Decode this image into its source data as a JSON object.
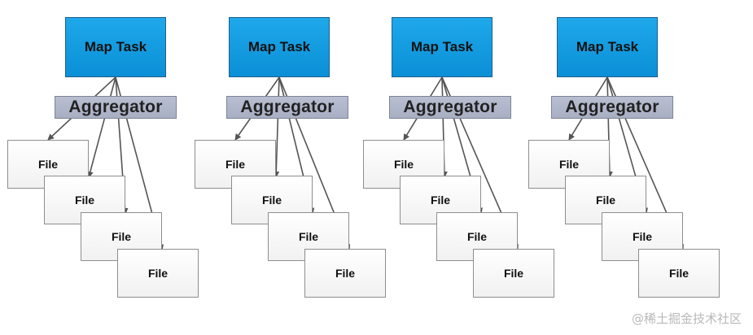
{
  "groups": [
    {
      "map_task": "Map Task",
      "aggregator": "Aggregator",
      "files": [
        "File",
        "File",
        "File",
        "File"
      ]
    },
    {
      "map_task": "Map Task",
      "aggregator": "Aggregator",
      "files": [
        "File",
        "File",
        "File",
        "File"
      ]
    },
    {
      "map_task": "Map Task",
      "aggregator": "Aggregator",
      "files": [
        "File",
        "File",
        "File",
        "File"
      ]
    },
    {
      "map_task": "Map Task",
      "aggregator": "Aggregator",
      "files": [
        "File",
        "File",
        "File",
        "File"
      ]
    }
  ],
  "watermark": "@稀土掘金技术社区",
  "colors": {
    "map_task_fill": "#1ea8ea",
    "aggregator_fill": "#b9bfd1",
    "file_fill": "#f6f6f6",
    "arrow": "#555555"
  }
}
